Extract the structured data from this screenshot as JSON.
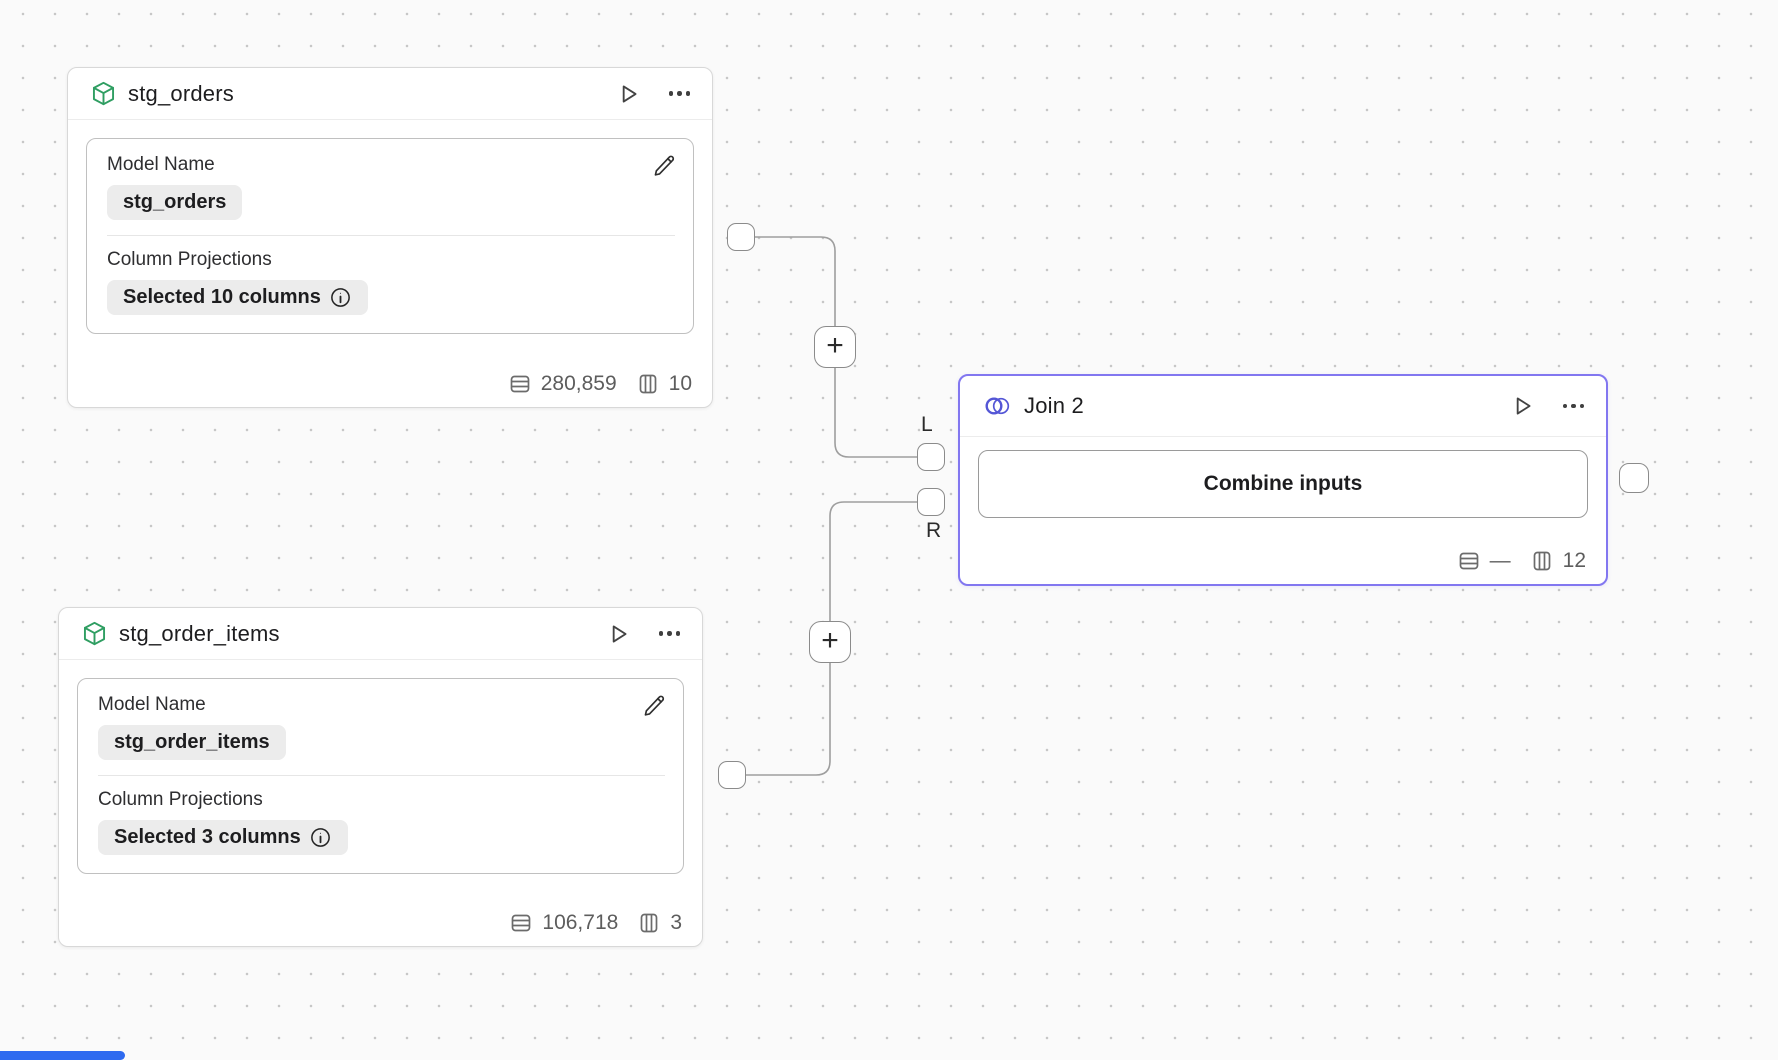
{
  "canvas": {
    "background_color": "#fafafa",
    "dot_color": "#c7c7c7",
    "wire_color": "#9e9e9e",
    "scrollbar_color": "#2e6af0"
  },
  "model_nodes": [
    {
      "title": "stg_orders",
      "icon": "cube-icon",
      "icon_color": "#2f9e62",
      "model_name_label": "Model Name",
      "model_name_value": "stg_orders",
      "projections_label": "Column Projections",
      "projections_value": "Selected 10 columns",
      "rows": "280,859",
      "columns": "10"
    },
    {
      "title": "stg_order_items",
      "icon": "cube-icon",
      "icon_color": "#2f9e62",
      "model_name_label": "Model Name",
      "model_name_value": "stg_order_items",
      "projections_label": "Column Projections",
      "projections_value": "Selected 3 columns",
      "rows": "106,718",
      "columns": "3"
    }
  ],
  "join_node": {
    "title": "Join 2",
    "icon": "venn-join-icon",
    "icon_color": "#5456d6",
    "accent_color": "#8277f0",
    "button_label": "Combine inputs",
    "rows": "—",
    "columns": "12",
    "left_port_label": "L",
    "right_port_label": "R"
  },
  "edges": {
    "add_step_label": "+"
  },
  "icons": {
    "model": "cube-icon",
    "run": "play-icon",
    "menu": "ellipsis-icon",
    "edit": "pencil-icon",
    "info": "info-icon",
    "row_count": "table-rows-icon",
    "column_count": "table-columns-icon",
    "join": "venn-join-icon",
    "add": "plus-icon"
  }
}
